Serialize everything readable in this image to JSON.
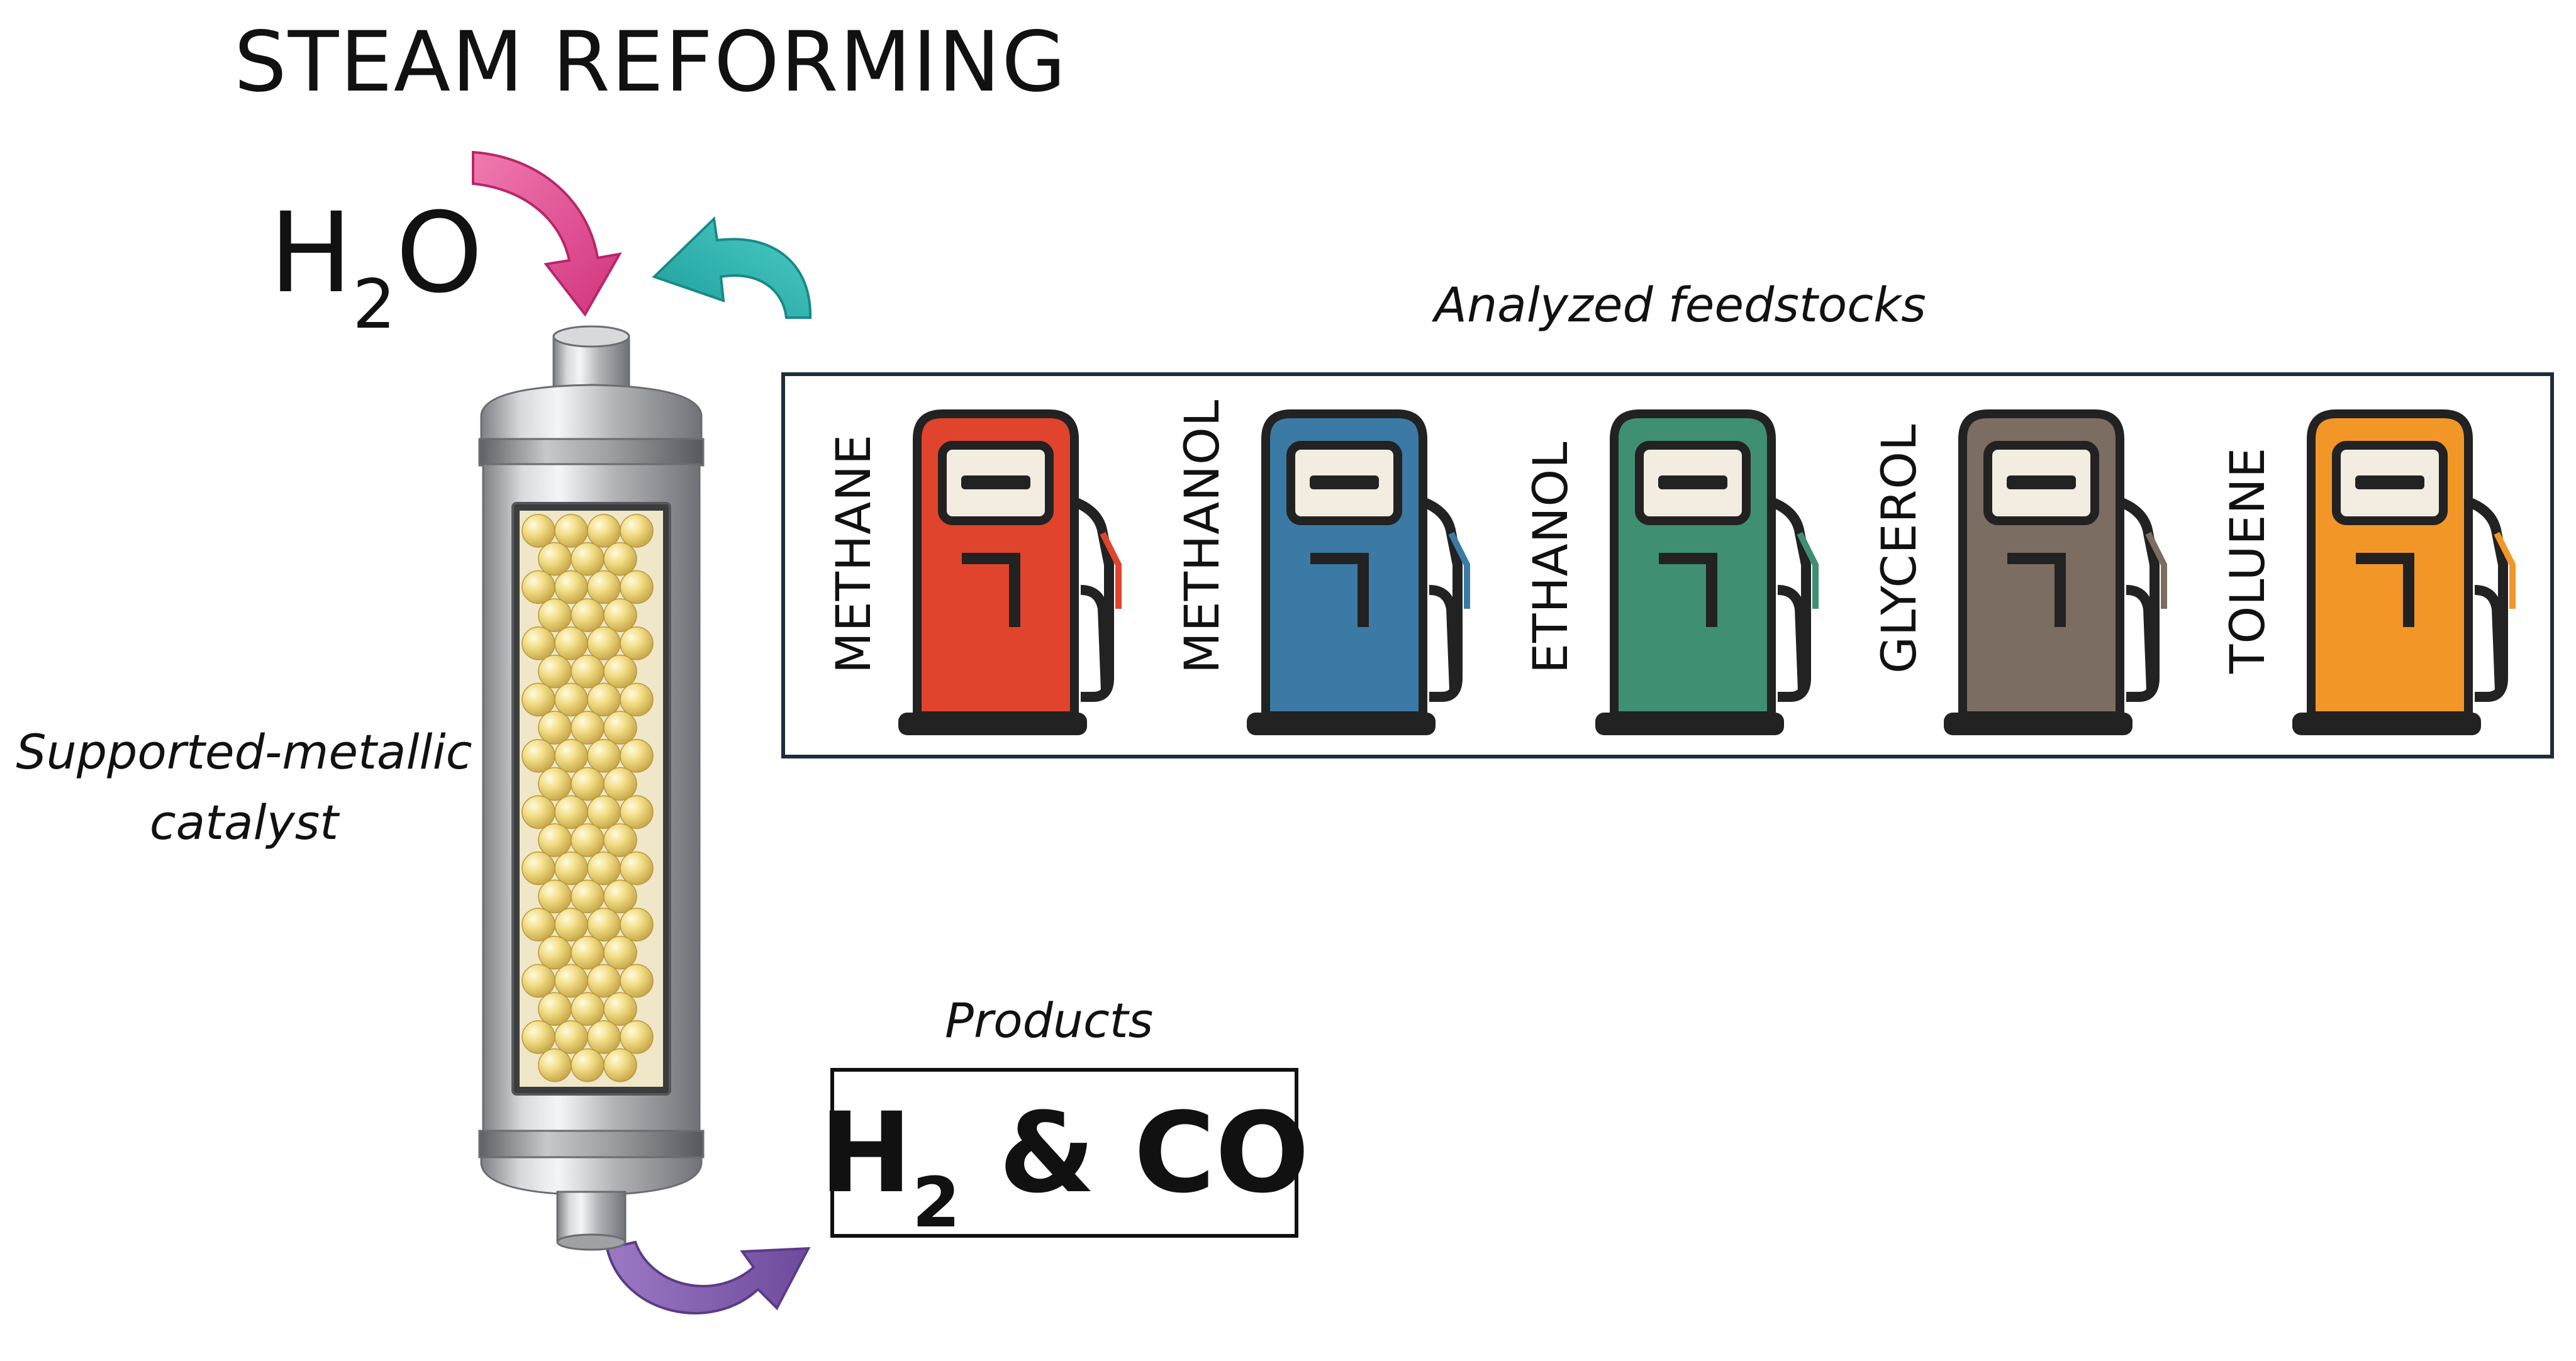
{
  "title": "STEAM REFORMING",
  "reactant": {
    "main": "H",
    "sub": "2",
    "tail": "O"
  },
  "catalyst_label": {
    "line1": "Supported-metallic",
    "line2": "catalyst"
  },
  "feedstocks": {
    "title": "Analyzed feedstocks",
    "items": [
      {
        "name": "METHANE",
        "color": "#e0442d"
      },
      {
        "name": "METHANOL",
        "color": "#3b7aa5"
      },
      {
        "name": "ETHANOL",
        "color": "#3f8f73"
      },
      {
        "name": "GLYCEROL",
        "color": "#7b6d62"
      },
      {
        "name": "TOLUENE",
        "color": "#f39628"
      }
    ]
  },
  "products": {
    "title": "Products",
    "main": "H",
    "sub": "2",
    "tail": " & CO"
  },
  "colors": {
    "arrow_water": "#e0478f",
    "arrow_feed": "#29b4b0",
    "arrow_product": "#8a64b4",
    "catalyst_bead": "#f2dd86",
    "reactor_metal": "#b9bcbf"
  },
  "icons": [
    "curved-arrow-icon",
    "fuel-pump-icon",
    "reactor-column-icon"
  ]
}
